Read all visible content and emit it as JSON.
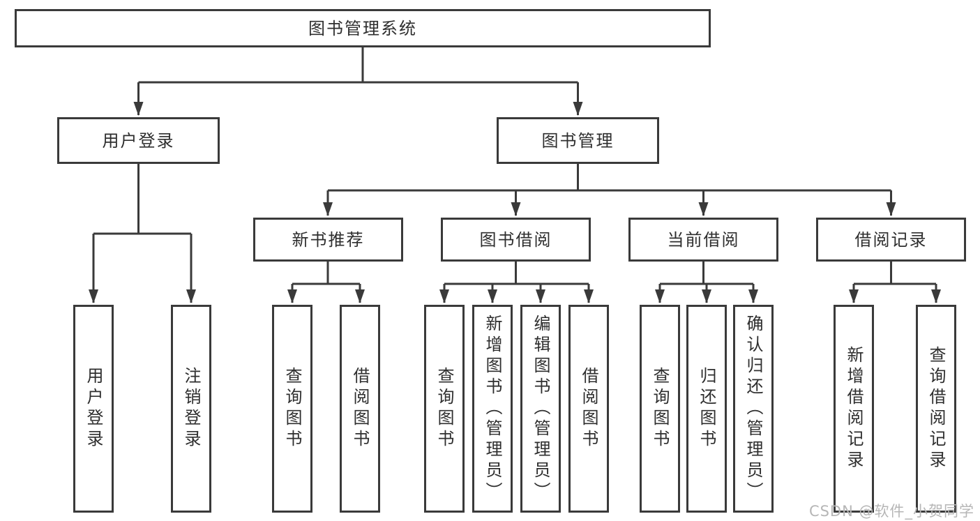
{
  "diagram_title": "图书管理系统",
  "nodes": {
    "root": "图书管理系统",
    "level2": [
      "用户登录",
      "图书管理"
    ],
    "level3": [
      "新书推荐",
      "图书借阅",
      "当前借阅",
      "借阅记录"
    ],
    "leaves_login": [
      "用户登录",
      "注销登录"
    ],
    "leaves_newbook": [
      "查询图书",
      "借阅图书"
    ],
    "leaves_bookborrow": [
      "查询图书",
      "新增图书（管理员）",
      "编辑图书（管理员）",
      "借阅图书"
    ],
    "leaves_current": [
      "查询图书",
      "归还图书",
      "确认归还（管理员）"
    ],
    "leaves_records": [
      "新增借阅记录",
      "查询借阅记录"
    ]
  },
  "watermark": "CSDN @软件_小贺同学",
  "colors": {
    "line": "#3a3a3a",
    "text": "#2e2e2e",
    "watermark": "#b6b6b6",
    "background": "#ffffff"
  },
  "chart_data": {
    "type": "tree",
    "title": "图书管理系统",
    "edges": [
      [
        "图书管理系统",
        "用户登录"
      ],
      [
        "图书管理系统",
        "图书管理"
      ],
      [
        "用户登录",
        "用户登录(叶)"
      ],
      [
        "用户登录",
        "注销登录"
      ],
      [
        "图书管理",
        "新书推荐"
      ],
      [
        "图书管理",
        "图书借阅"
      ],
      [
        "图书管理",
        "当前借阅"
      ],
      [
        "图书管理",
        "借阅记录"
      ],
      [
        "新书推荐",
        "查询图书"
      ],
      [
        "新书推荐",
        "借阅图书"
      ],
      [
        "图书借阅",
        "查询图书"
      ],
      [
        "图书借阅",
        "新增图书（管理员）"
      ],
      [
        "图书借阅",
        "编辑图书（管理员）"
      ],
      [
        "图书借阅",
        "借阅图书"
      ],
      [
        "当前借阅",
        "查询图书"
      ],
      [
        "当前借阅",
        "归还图书"
      ],
      [
        "当前借阅",
        "确认归还（管理员）"
      ],
      [
        "借阅记录",
        "新增借阅记录"
      ],
      [
        "借阅记录",
        "查询借阅记录"
      ]
    ]
  }
}
